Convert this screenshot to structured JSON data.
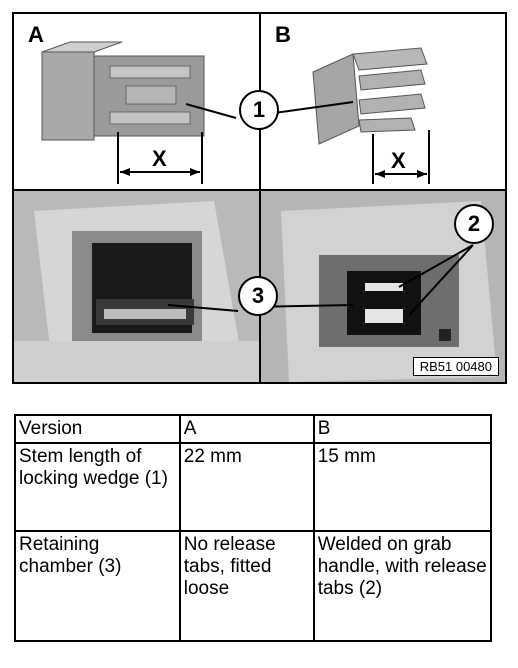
{
  "figure": {
    "panel_labels": [
      "A",
      "B"
    ],
    "callouts": [
      "1",
      "2",
      "3"
    ],
    "dimension_label": "X",
    "reference_code": "RB51 00480"
  },
  "table": {
    "header": [
      "Version",
      "A",
      "B"
    ],
    "rows": [
      [
        "Stem length of locking wedge (1)",
        "22 mm",
        "15 mm"
      ],
      [
        "Retaining chamber (3)",
        "No release tabs, fitted loose",
        "Welded on grab handle, with release tabs (2)"
      ]
    ]
  }
}
